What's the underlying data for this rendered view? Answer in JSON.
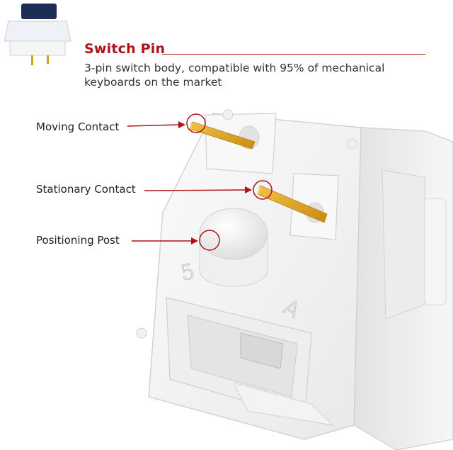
{
  "header": {
    "title": "Switch Pin",
    "subtitle": "3-pin switch body, compatible with 95% of mechanical keyboards on the market"
  },
  "callouts": [
    {
      "key": "moving",
      "label": "Moving Contact"
    },
    {
      "key": "stationary",
      "label": "Stationary Contact"
    },
    {
      "key": "post",
      "label": "Positioning Post"
    }
  ],
  "housing_markings": {
    "number": "5",
    "letter": "A"
  },
  "colors": {
    "accent": "#b01218",
    "text": "#333333",
    "contact_gold": "#d9a21c",
    "stem_blue": "#1e2d55",
    "housing_white": "#f4f4f4"
  }
}
